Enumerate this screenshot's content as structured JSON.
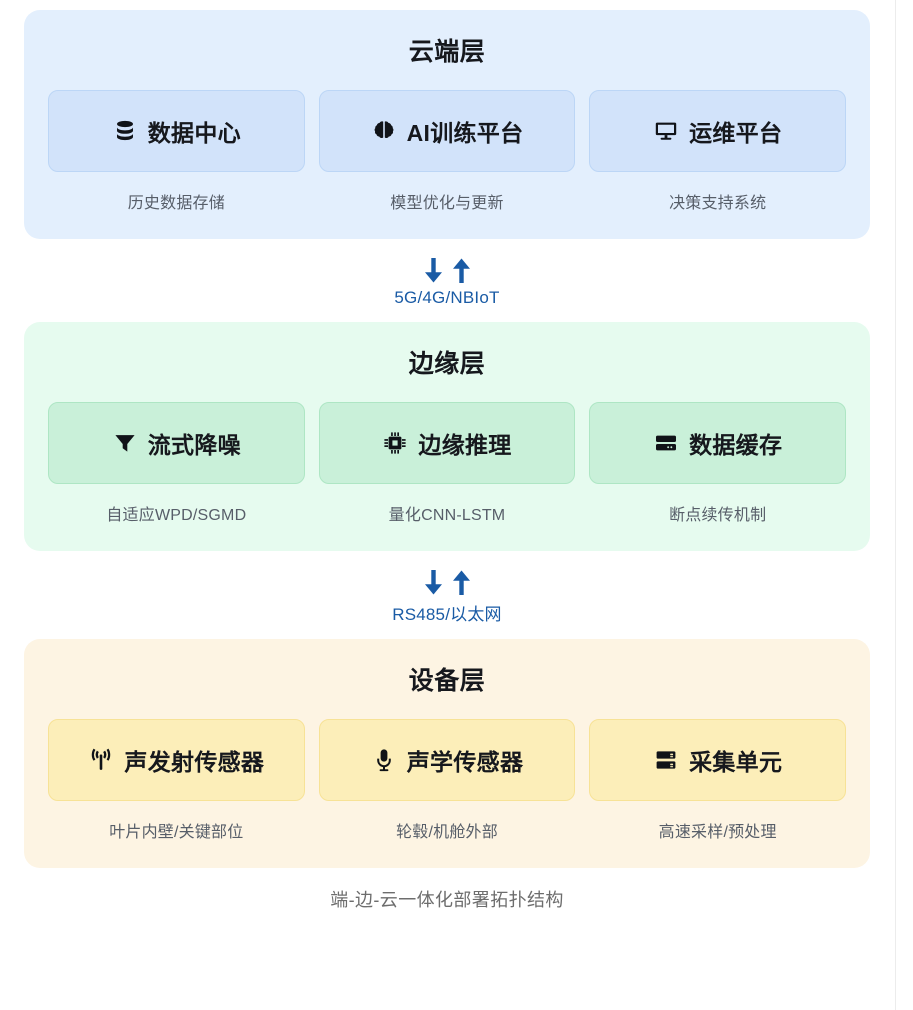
{
  "diagram": {
    "caption": "端-边-云一体化部署拓扑结构",
    "accent_blue": "#1a5ba5",
    "layers": [
      {
        "id": "cloud",
        "title": "云端层",
        "bg": "#e3effd",
        "card_bg": "#d2e3fa",
        "cards": [
          {
            "icon": "database-icon",
            "label": "数据中心",
            "sub": "历史数据存储"
          },
          {
            "icon": "brain-icon",
            "label": "AI训练平台",
            "sub": "模型优化与更新"
          },
          {
            "icon": "desktop-icon",
            "label": "运维平台",
            "sub": "决策支持系统"
          }
        ]
      },
      {
        "id": "edge",
        "title": "边缘层",
        "bg": "#e6fbef",
        "card_bg": "#c9f0d9",
        "cards": [
          {
            "icon": "filter-icon",
            "label": "流式降噪",
            "sub": "自适应WPD/SGMD"
          },
          {
            "icon": "microchip-icon",
            "label": "边缘推理",
            "sub": "量化CNN-LSTM"
          },
          {
            "icon": "server-icon",
            "label": "数据缓存",
            "sub": "断点续传机制"
          }
        ]
      },
      {
        "id": "device",
        "title": "设备层",
        "bg": "#fdf4e3",
        "card_bg": "#fceeb9",
        "cards": [
          {
            "icon": "broadcast-tower-icon",
            "label": "声发射传感器",
            "sub": "叶片内壁/关键部位"
          },
          {
            "icon": "microphone-icon",
            "label": "声学传感器",
            "sub": "轮毂/机舱外部"
          },
          {
            "icon": "rack-server-icon",
            "label": "采集单元",
            "sub": "高速采样/预处理"
          }
        ]
      }
    ],
    "connectors": [
      {
        "id": "cloud-edge",
        "label": "5G/4G/NBIoT",
        "arrows": [
          "down-arrow-icon",
          "up-arrow-icon"
        ]
      },
      {
        "id": "edge-device",
        "label": "RS485/以太网",
        "arrows": [
          "down-arrow-icon",
          "up-arrow-icon"
        ]
      }
    ]
  }
}
